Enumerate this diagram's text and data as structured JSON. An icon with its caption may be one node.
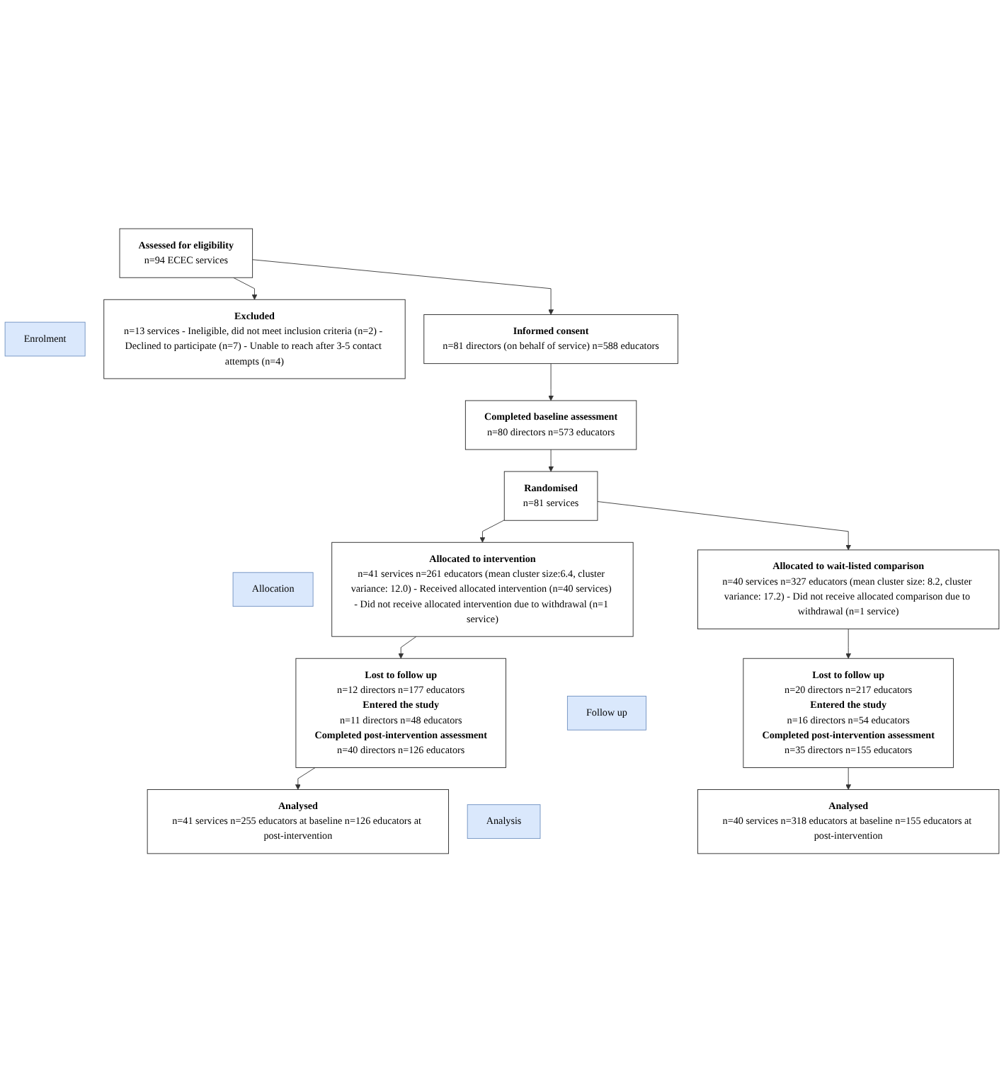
{
  "diagram": {
    "nodes": [
      {
        "text": [
          "Assessed for eligibility",
          "n=94 ECEC services"
        ]
      },
      {
        "text": [
          "Enrolment"
        ]
      },
      {
        "text": [
          "Excluded",
          "n=13 services - Ineligible, did not meet inclusion criteria (n=2) - Declined to participate (n=7) - Unable to reach after 3-5 contact attempts (n=4)"
        ]
      },
      {
        "text": [
          "Informed consent",
          "n=81 directors (on behalf of service) n=588 educators"
        ]
      },
      {
        "text": [
          "Completed baseline assessment",
          "n=80 directors n=573 educators"
        ]
      },
      {
        "text": [
          "Randomised",
          "n=81 services"
        ]
      },
      {
        "text": [
          "Allocation"
        ]
      },
      {
        "text": [
          "Allocated to intervention",
          "n=41 services n=261 educators (mean cluster size:6.4, cluster variance: 12.0) - Received allocated intervention (n=40 services) - Did not receive allocated intervention due to withdrawal (n=1 service)"
        ]
      },
      {
        "text": [
          "Allocated to wait-listed comparison",
          "n=40 services n=327 educators (mean cluster size: 8.2, cluster variance: 17.2) - Did not receive allocated comparison due to withdrawal (n=1 service)"
        ]
      },
      {
        "text": [
          "Lost to follow up",
          "n=12 directors n=177 educators",
          "Entered the study",
          "n=11 directors n=48 educators",
          "Completed post-intervention assessment",
          "n=40 directors n=126 educators"
        ]
      },
      {
        "text": [
          "Follow up"
        ]
      },
      {
        "text": [
          "Lost to follow up",
          "n=20 directors n=217 educators",
          "Entered the study",
          "n=16 directors n=54 educators",
          "Completed post-intervention assessment",
          "n=35 directors n=155 educators"
        ]
      },
      {
        "text": [
          "Analysed",
          "n=41 services n=255 educators at baseline n=126 educators at post-intervention"
        ]
      },
      {
        "text": [
          "Analysis"
        ]
      },
      {
        "text": [
          "Analysed",
          "n=40 services n=318 educators at baseline n=155 educators at post-intervention"
        ]
      }
    ],
    "edges": [
      {
        "from": 0,
        "to": 3,
        "arrow": "to"
      },
      {
        "from": 0,
        "to": 2,
        "arrow": "to"
      },
      {
        "from": 3,
        "to": 4,
        "arrow": "to"
      },
      {
        "from": 4,
        "to": 5,
        "arrow": "to"
      },
      {
        "from": 5,
        "to": 7,
        "arrow": "to"
      },
      {
        "from": 5,
        "to": 8,
        "arrow": "to"
      },
      {
        "from": 7,
        "to": 9,
        "arrow": "to"
      },
      {
        "from": 8,
        "to": 11,
        "arrow": "to"
      },
      {
        "from": 9,
        "to": 12,
        "arrow": "to"
      },
      {
        "from": 11,
        "to": 14,
        "arrow": "to"
      }
    ]
  }
}
